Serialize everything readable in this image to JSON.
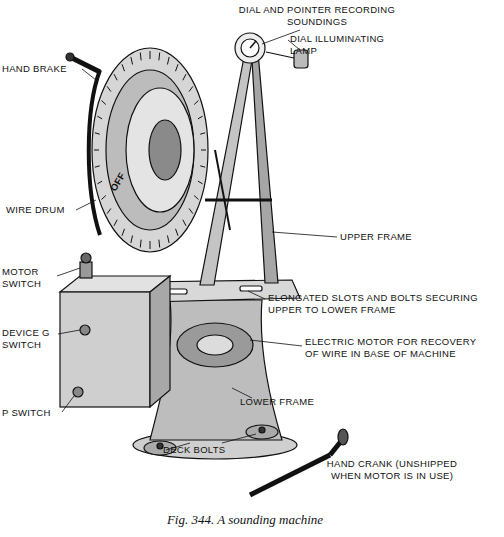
{
  "diagram": {
    "caption": "Fig. 344. A sounding machine",
    "labels": [
      "DIAL AND POINTER RECORDING SOUNDINGS",
      "DIAL ILLUMINATING LAMP",
      "HAND BRAKE",
      "WIRE DRUM",
      "OFF",
      "UPPER FRAME",
      "MOTOR SWITCH",
      "ELONGATED SLOTS AND BOLTS SECURING UPPER TO LOWER FRAME",
      "DEVICE G SWITCH",
      "ELECTRIC MOTOR FOR RECOVERY OF WIRE IN BASE OF MACHINE",
      "P SWITCH",
      "LOWER FRAME",
      "DECK BOLTS",
      "HAND CRANK (UNSHIPPED WHEN MOTOR IS IN USE)"
    ]
  }
}
